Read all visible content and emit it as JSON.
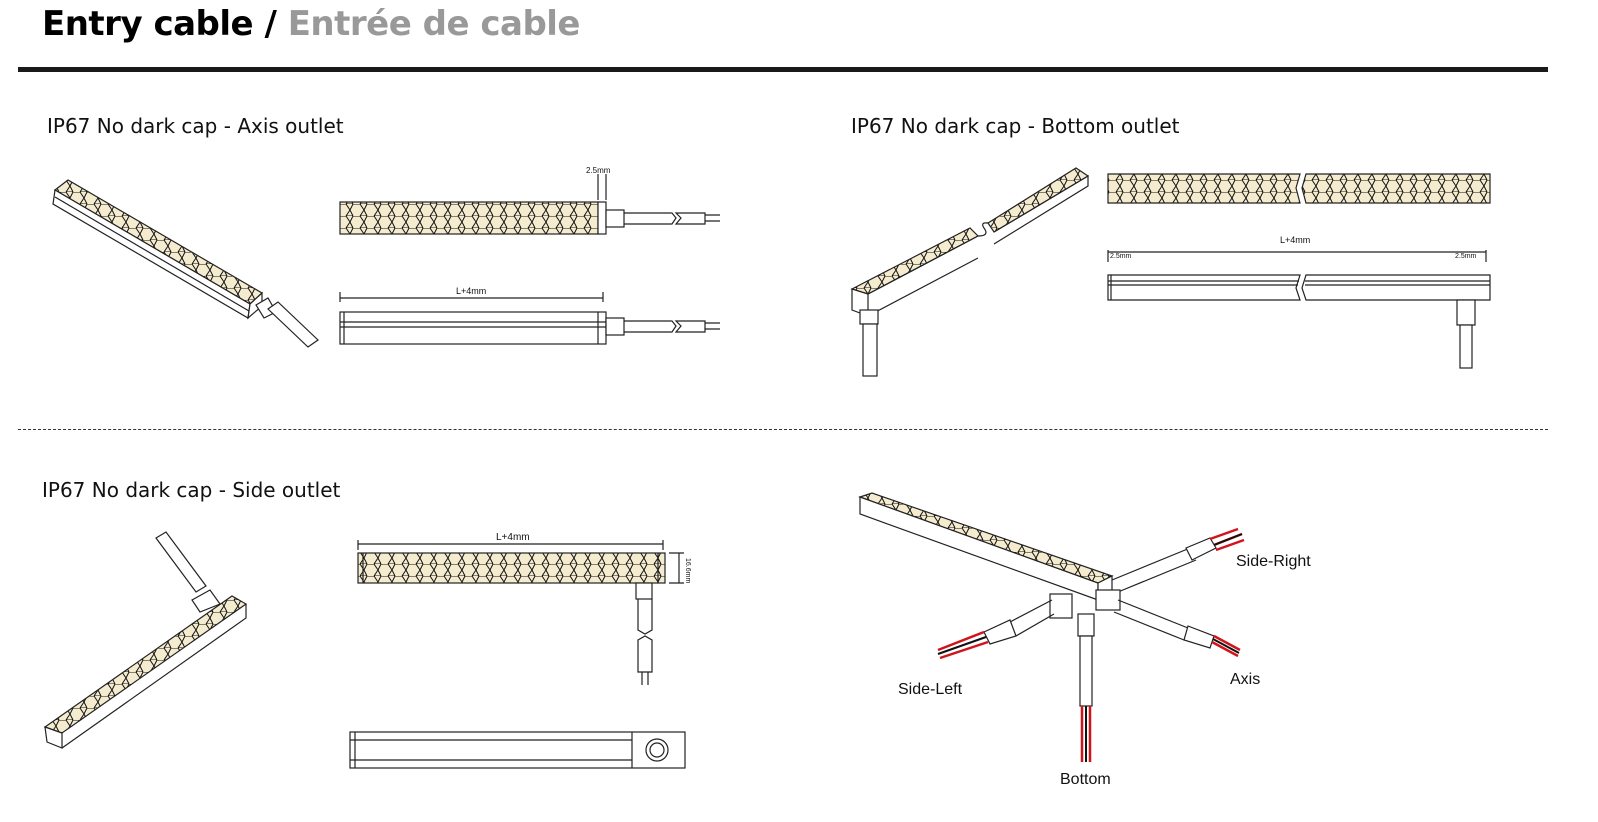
{
  "header": {
    "title_en": "Entry cable",
    "separator": " / ",
    "title_fr": "Entrée de cable"
  },
  "sections": [
    {
      "title": "IP67 No dark cap - Axis outlet",
      "dims": {
        "end_cap": "2.5mm",
        "length": "L+4mm"
      }
    },
    {
      "title": "IP67 No dark cap - Bottom outlet",
      "dims": {
        "length": "L+4mm",
        "left_cap": "2.5mm",
        "right_cap": "2.5mm"
      }
    },
    {
      "title": "IP67 No dark cap - Side outlet",
      "dims": {
        "length": "L+4mm",
        "height": "16.6mm"
      }
    }
  ],
  "outlet_diagram": {
    "labels": {
      "side_right": "Side-Right",
      "axis": "Axis",
      "side_left": "Side-Left",
      "bottom": "Bottom"
    }
  },
  "colors": {
    "led_fill": "#f5ecd0",
    "wire_red": "#d0141c",
    "line": "#222222"
  }
}
